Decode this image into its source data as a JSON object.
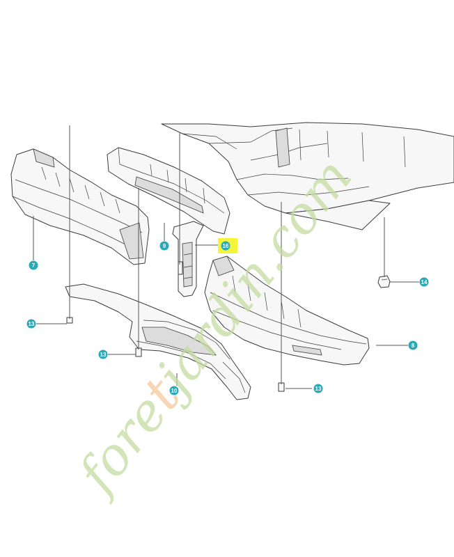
{
  "diagram": {
    "colors": {
      "callout_fill": "#29a9b8",
      "highlight_fill": "#f4f53a",
      "watermark_green": "#c5dba1",
      "watermark_orange": "#f6c79a"
    },
    "callouts": [
      {
        "id": "c7",
        "label": "7"
      },
      {
        "id": "c9",
        "label": "9"
      },
      {
        "id": "c16",
        "label": "16",
        "highlighted": true
      },
      {
        "id": "c14",
        "label": "14"
      },
      {
        "id": "c13a",
        "label": "13"
      },
      {
        "id": "c13b",
        "label": "13"
      },
      {
        "id": "c8",
        "label": "8"
      },
      {
        "id": "c10",
        "label": "10"
      },
      {
        "id": "c13c",
        "label": "13"
      }
    ],
    "watermark": {
      "text_1": "fore",
      "text_2": "t",
      "text_3": "jardin.com"
    }
  }
}
